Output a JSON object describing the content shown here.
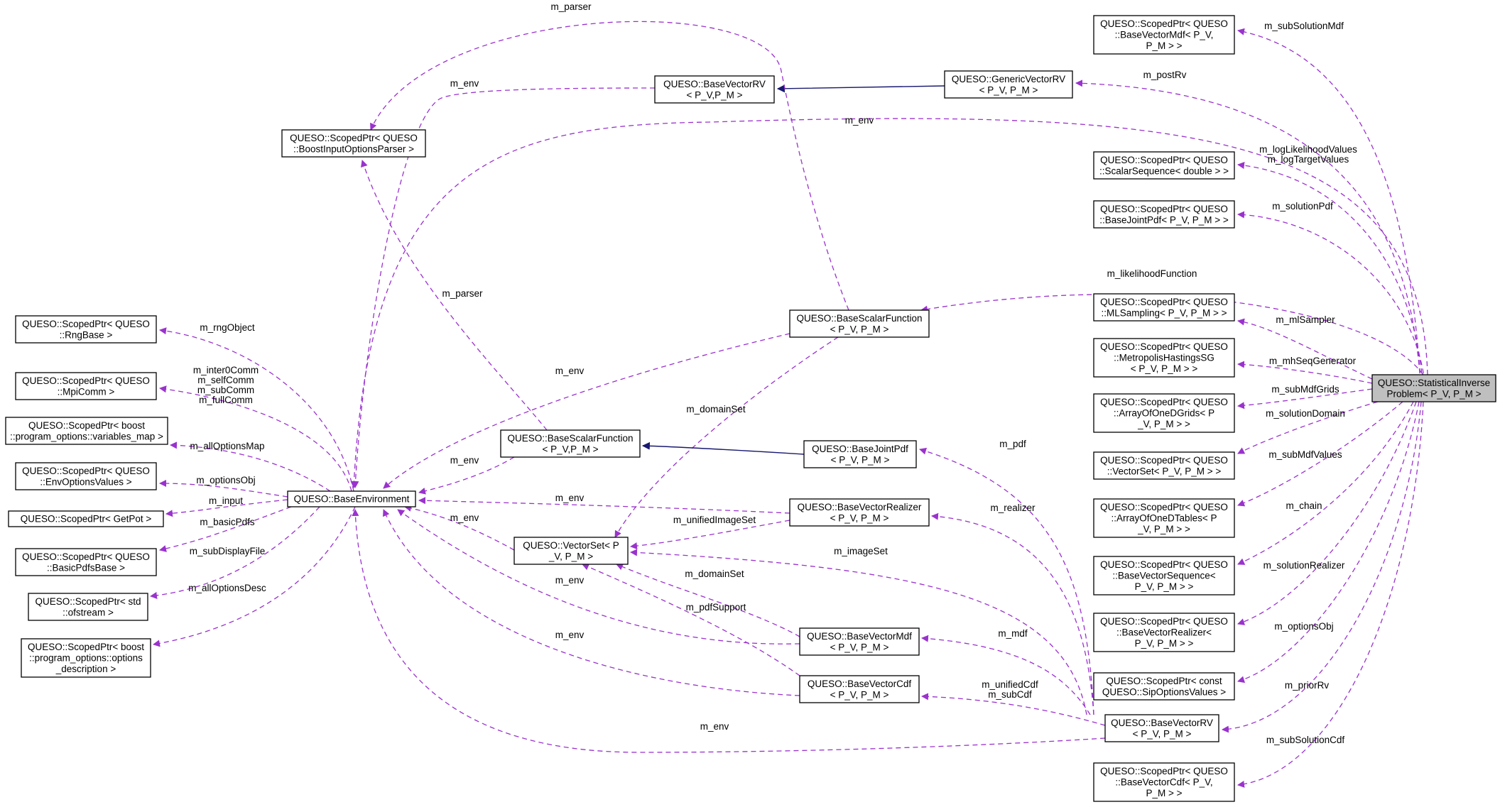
{
  "nodes": [
    {
      "id": "n_submdf",
      "lines": [
        "QUESO::ScopedPtr< QUESO",
        "::BaseVectorMdf< P_V,",
        "P_M > >"
      ]
    },
    {
      "id": "n_genericrv",
      "lines": [
        "QUESO::GenericVectorRV",
        "< P_V, P_M >"
      ]
    },
    {
      "id": "n_basevectorrv_top",
      "lines": [
        "QUESO::BaseVectorRV",
        "< P_V,P_M >"
      ]
    },
    {
      "id": "n_parserptr",
      "lines": [
        "QUESO::ScopedPtr< QUESO",
        "::BoostInputOptionsParser >"
      ]
    },
    {
      "id": "n_scalarseq",
      "lines": [
        "QUESO::ScopedPtr< QUESO",
        "::ScalarSequence< double > >"
      ]
    },
    {
      "id": "n_jointpdfptr",
      "lines": [
        "QUESO::ScopedPtr< QUESO",
        "::BaseJointPdf< P_V, P_M > >"
      ]
    },
    {
      "id": "n_mlsampling",
      "lines": [
        "QUESO::ScopedPtr< QUESO",
        "::MLSampling< P_V, P_M > >"
      ]
    },
    {
      "id": "n_scalarfunc",
      "lines": [
        "QUESO::BaseScalarFunction",
        "< P_V, P_M >"
      ]
    },
    {
      "id": "n_mhsg",
      "lines": [
        "QUESO::ScopedPtr< QUESO",
        "::MetropolisHastingsSG",
        "< P_V, P_M > >"
      ]
    },
    {
      "id": "n_root",
      "lines": [
        "QUESO::StatisticalInverse",
        "Problem< P_V, P_M >"
      ]
    },
    {
      "id": "n_rng",
      "lines": [
        "QUESO::ScopedPtr< QUESO",
        "::RngBase >"
      ]
    },
    {
      "id": "n_mpicomm",
      "lines": [
        "QUESO::ScopedPtr< QUESO",
        "::MpiComm >"
      ]
    },
    {
      "id": "n_grids",
      "lines": [
        "QUESO::ScopedPtr< QUESO",
        "::ArrayOfOneDGrids< P",
        "_V, P_M > >"
      ]
    },
    {
      "id": "n_varmap",
      "lines": [
        "QUESO::ScopedPtr< boost",
        "::program_options::variables_map >"
      ]
    },
    {
      "id": "n_scalarfunc2",
      "lines": [
        "QUESO::BaseScalarFunction",
        "< P_V,P_M >"
      ]
    },
    {
      "id": "n_jointpdf",
      "lines": [
        "QUESO::BaseJointPdf",
        "< P_V, P_M >"
      ]
    },
    {
      "id": "n_vectorsetptr",
      "lines": [
        "QUESO::ScopedPtr< QUESO",
        "::VectorSet< P_V, P_M > >"
      ]
    },
    {
      "id": "n_envopts",
      "lines": [
        "QUESO::ScopedPtr< QUESO",
        "::EnvOptionsValues >"
      ]
    },
    {
      "id": "n_env",
      "lines": [
        "QUESO::BaseEnvironment"
      ]
    },
    {
      "id": "n_realizer",
      "lines": [
        "QUESO::BaseVectorRealizer",
        "< P_V, P_M >"
      ]
    },
    {
      "id": "n_tables",
      "lines": [
        "QUESO::ScopedPtr< QUESO",
        "::ArrayOfOneDTables< P",
        "_V, P_M > >"
      ]
    },
    {
      "id": "n_getpot",
      "lines": [
        "QUESO::ScopedPtr< GetPot >"
      ]
    },
    {
      "id": "n_vectorset",
      "lines": [
        "QUESO::VectorSet< P",
        "_V, P_M >"
      ]
    },
    {
      "id": "n_basicpdfs",
      "lines": [
        "QUESO::ScopedPtr< QUESO",
        "::BasicPdfsBase >"
      ]
    },
    {
      "id": "n_seqptr",
      "lines": [
        "QUESO::ScopedPtr< QUESO",
        "::BaseVectorSequence<",
        "P_V, P_M > >"
      ]
    },
    {
      "id": "n_ofstream",
      "lines": [
        "QUESO::ScopedPtr< std",
        "::ofstream >"
      ]
    },
    {
      "id": "n_realizerptr",
      "lines": [
        "QUESO::ScopedPtr< QUESO",
        "::BaseVectorRealizer<",
        "P_V, P_M > >"
      ]
    },
    {
      "id": "n_mdf",
      "lines": [
        "QUESO::BaseVectorMdf",
        "< P_V, P_M >"
      ]
    },
    {
      "id": "n_optdesc",
      "lines": [
        "QUESO::ScopedPtr< boost",
        "::program_options::options",
        "_description >"
      ]
    },
    {
      "id": "n_sipopts",
      "lines": [
        "QUESO::ScopedPtr< const",
        "QUESO::SipOptionsValues >"
      ]
    },
    {
      "id": "n_cdf",
      "lines": [
        "QUESO::BaseVectorCdf",
        "< P_V, P_M >"
      ]
    },
    {
      "id": "n_vectorrv",
      "lines": [
        "QUESO::BaseVectorRV",
        "< P_V, P_M >"
      ]
    },
    {
      "id": "n_subcdf",
      "lines": [
        "QUESO::ScopedPtr< QUESO",
        "::BaseVectorCdf< P_V,",
        "P_M > >"
      ]
    }
  ],
  "edge_labels": [
    {
      "id": "l_parser_top",
      "lines": [
        "m_parser"
      ]
    },
    {
      "id": "l_subsolmdf",
      "lines": [
        "m_subSolutionMdf"
      ]
    },
    {
      "id": "l_env_rv",
      "lines": [
        "m_env"
      ]
    },
    {
      "id": "l_postrv",
      "lines": [
        "m_postRv"
      ]
    },
    {
      "id": "l_env_root",
      "lines": [
        "m_env"
      ]
    },
    {
      "id": "l_loglik",
      "lines": [
        "m_logLikelihoodValues",
        "m_logTargetValues"
      ]
    },
    {
      "id": "l_solpdf",
      "lines": [
        "m_solutionPdf"
      ]
    },
    {
      "id": "l_likfunc",
      "lines": [
        "m_likelihoodFunction"
      ]
    },
    {
      "id": "l_parser_mid",
      "lines": [
        "m_parser"
      ]
    },
    {
      "id": "l_mlsampler",
      "lines": [
        "m_mlSampler"
      ]
    },
    {
      "id": "l_rng",
      "lines": [
        "m_rngObject"
      ]
    },
    {
      "id": "l_mhseq",
      "lines": [
        "m_mhSeqGenerator"
      ]
    },
    {
      "id": "l_comms",
      "lines": [
        "m_inter0Comm",
        "m_selfComm",
        "m_subComm",
        "m_fullComm"
      ]
    },
    {
      "id": "l_env_sf",
      "lines": [
        "m_env"
      ]
    },
    {
      "id": "l_submdfgrids",
      "lines": [
        "m_subMdfGrids"
      ]
    },
    {
      "id": "l_domainset_sf",
      "lines": [
        "m_domainSet"
      ]
    },
    {
      "id": "l_soldomain",
      "lines": [
        "m_solutionDomain"
      ]
    },
    {
      "id": "l_alloptsmap",
      "lines": [
        "m_allOptionsMap"
      ]
    },
    {
      "id": "l_pdf",
      "lines": [
        "m_pdf"
      ]
    },
    {
      "id": "l_submdfvalues",
      "lines": [
        "m_subMdfValues"
      ]
    },
    {
      "id": "l_env_sf2",
      "lines": [
        "m_env"
      ]
    },
    {
      "id": "l_optionsobj_env",
      "lines": [
        "m_optionsObj"
      ]
    },
    {
      "id": "l_input",
      "lines": [
        "m_input"
      ]
    },
    {
      "id": "l_env_realizer",
      "lines": [
        "m_env"
      ]
    },
    {
      "id": "l_chain",
      "lines": [
        "m_chain"
      ]
    },
    {
      "id": "l_realizer",
      "lines": [
        "m_realizer"
      ]
    },
    {
      "id": "l_basicpdfs",
      "lines": [
        "m_basicPdfs"
      ]
    },
    {
      "id": "l_env_vs",
      "lines": [
        "m_env"
      ]
    },
    {
      "id": "l_unifiedimg",
      "lines": [
        "m_unifiedImageSet"
      ]
    },
    {
      "id": "l_imageset",
      "lines": [
        "m_imageSet"
      ]
    },
    {
      "id": "l_subdisplay",
      "lines": [
        "m_subDisplayFile"
      ]
    },
    {
      "id": "l_solrealizer",
      "lines": [
        "m_solutionRealizer"
      ]
    },
    {
      "id": "l_domainset_mdf",
      "lines": [
        "m_domainSet"
      ]
    },
    {
      "id": "l_env_mdf",
      "lines": [
        "m_env"
      ]
    },
    {
      "id": "l_alloptsdesc",
      "lines": [
        "m_allOptionsDesc"
      ]
    },
    {
      "id": "l_pdfsupport",
      "lines": [
        "m_pdfSupport"
      ]
    },
    {
      "id": "l_optionsobj_root",
      "lines": [
        "m_optionsObj"
      ]
    },
    {
      "id": "l_env_cdf",
      "lines": [
        "m_env"
      ]
    },
    {
      "id": "l_mdf",
      "lines": [
        "m_mdf"
      ]
    },
    {
      "id": "l_unifiedcdf",
      "lines": [
        "m_unifiedCdf",
        "m_subCdf"
      ]
    },
    {
      "id": "l_priorrv",
      "lines": [
        "m_priorRv"
      ]
    },
    {
      "id": "l_env_vrv",
      "lines": [
        "m_env"
      ]
    },
    {
      "id": "l_subsolcdf",
      "lines": [
        "m_subSolutionCdf"
      ]
    }
  ],
  "colors": {
    "usage_edge": "#9a32cd",
    "inheritance_edge": "#191970",
    "root_fill": "#bfbfbf",
    "node_fill": "#ffffff",
    "node_border": "#000000"
  }
}
